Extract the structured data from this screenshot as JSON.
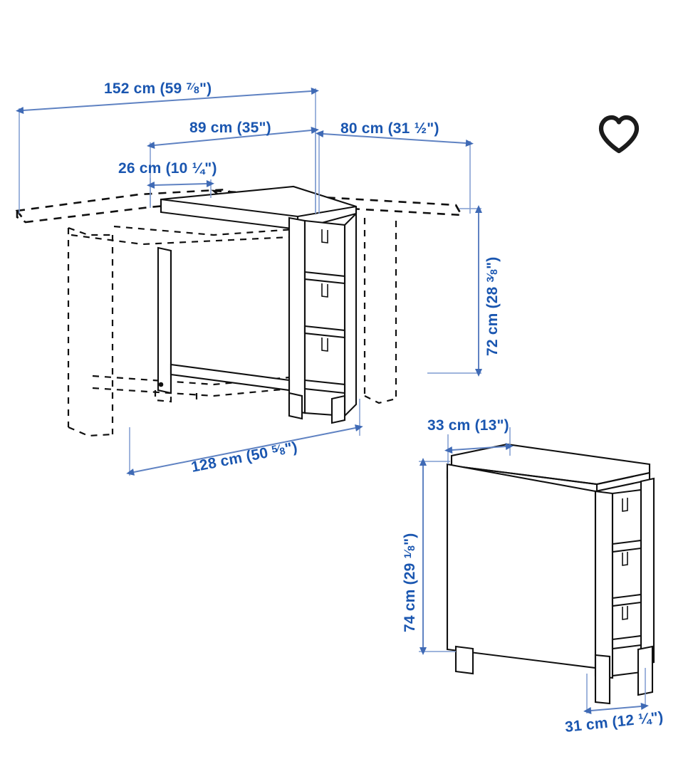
{
  "page": {
    "title": "Gateleg drop-leaf table dimension drawing",
    "background_color": "#ffffff",
    "dimension_text_color": "#1a56b0",
    "dimension_line_color": "#5f82c2",
    "outline_color": "#101010"
  },
  "favorite": {
    "icon": "heart-icon",
    "state": "unfilled",
    "color": "#1b1b1b"
  },
  "views": {
    "extended": {
      "name": "open-extended-table-view",
      "description": "Gateleg table shown with both drop leaves extended (dashed) and folded body (solid), three drawers on right"
    },
    "folded": {
      "name": "folded-table-view",
      "description": "Gateleg table shown fully folded as narrow cabinet with three drawers"
    }
  },
  "dimensions": {
    "total_width": {
      "cm": "152 cm",
      "inch": "(59 ⁷⁄₈\")",
      "label": "152 cm (59 ⁷⁄₈\")",
      "text_main": "152 cm (59 ",
      "frac_num": "7",
      "frac_den": "8",
      "text_tail": "\")"
    },
    "leaf_plus_body": {
      "cm": "89 cm",
      "inch": "(35\")",
      "label": "89 cm (35\")"
    },
    "right_leaf": {
      "cm": "80 cm",
      "inch": "(31 ½\")",
      "label": "80 cm (31 ½\")",
      "text_main": "80 cm (31 ",
      "frac_num": "1",
      "frac_den": "2",
      "text_tail": "\")"
    },
    "body_depth_small": {
      "cm": "26 cm",
      "inch": "(10 ¼\")",
      "label": "26 cm (10 ¼\")",
      "text_main": "26 cm (10 ",
      "frac_num": "1",
      "frac_den": "4",
      "text_tail": "\")"
    },
    "table_height": {
      "cm": "72 cm",
      "inch": "(28 ³⁄₈\")",
      "label": "72 cm (28 ³⁄₈\")",
      "text_main": "72 cm (28 ",
      "frac_num": "3",
      "frac_den": "8",
      "text_tail": "\")"
    },
    "table_depth": {
      "cm": "128 cm",
      "inch": "(50 ⁵⁄₈\")",
      "label": "128 cm (50 ⁵⁄₈\")",
      "text_main": "128 cm (50 ",
      "frac_num": "5",
      "frac_den": "8",
      "text_tail": "\")"
    },
    "folded_top_depth": {
      "cm": "33 cm",
      "inch": "(13\")",
      "label": "33 cm (13\")"
    },
    "folded_height": {
      "cm": "74 cm",
      "inch": "(29 ⅛\")",
      "label": "74 cm (29 ⅛\")",
      "text_main": "74 cm (29 ",
      "frac_num": "1",
      "frac_den": "8",
      "text_tail": "\")"
    },
    "folded_width": {
      "cm": "31 cm",
      "inch": "(12 ¼\")",
      "label": "31 cm (12 ¼\")",
      "text_main": "31 cm (12 ",
      "frac_num": "1",
      "frac_den": "4",
      "text_tail": "\")"
    }
  }
}
